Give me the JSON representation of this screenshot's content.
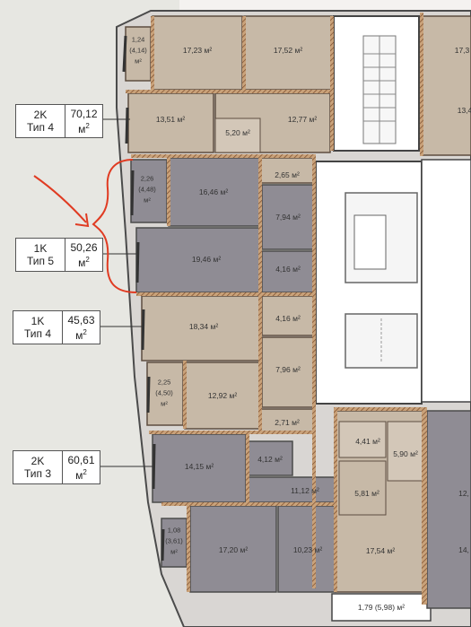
{
  "apartments": [
    {
      "rooms": "2K",
      "type": "Тип 4",
      "area": "70,12",
      "unit": "м",
      "unit_sup": "2"
    },
    {
      "rooms": "1K",
      "type": "Тип 5",
      "area": "50,26",
      "unit": "м",
      "unit_sup": "2"
    },
    {
      "rooms": "1K",
      "type": "Тип 4",
      "area": "45,63",
      "unit": "м",
      "unit_sup": "2"
    },
    {
      "rooms": "2K",
      "type": "Тип 3",
      "area": "60,61",
      "unit": "м",
      "unit_sup": "2"
    }
  ],
  "rooms": [
    "1,24",
    "(4,14)",
    "м²",
    "17,23 м²",
    "17,52 м²",
    "13,51 м²",
    "5,20 м²",
    "12,77 м²",
    "13,4",
    "2,26",
    "(4,48)",
    "м²",
    "16,46 м²",
    "2,65 м²",
    "7,94 м²",
    "19,46 м²",
    "4,16 м²",
    "18,34 м²",
    "4,16 м²",
    "7,96 м²",
    "2,25",
    "(4,50)",
    "м²",
    "12,92 м²",
    "2,71 м²",
    "4,41 м²",
    "5,90 м²",
    "14,15 м²",
    "4,12 м²",
    "11,12 м²",
    "5,81 м²",
    "1,08",
    "(3,61)",
    "м²",
    "17,20 м²",
    "10,23 м²",
    "17,54 м²",
    "1,79 (5,98) м²",
    "17,3",
    "12,",
    "14,"
  ],
  "colors": {
    "paper": "#e7e7e2",
    "beige": "#c7b9a7",
    "gray": "#8f8c94",
    "wall": "#6e5a4a",
    "highlight": "#e03b22"
  }
}
